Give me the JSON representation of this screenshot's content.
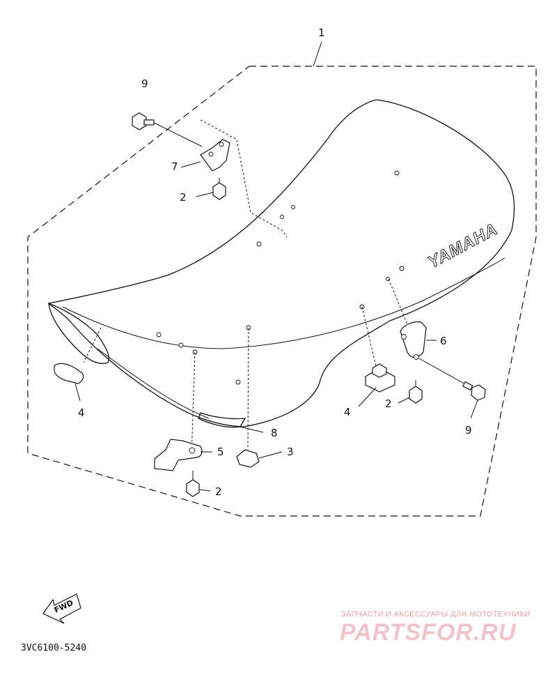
{
  "diagram": {
    "callouts": {
      "c1": "1",
      "c9a": "9",
      "c7": "7",
      "c2a": "2",
      "c6": "6",
      "c4a": "4",
      "c2b": "2",
      "c4b": "4",
      "c9b": "9",
      "c8": "8",
      "c5": "5",
      "c3": "3",
      "c2c": "2"
    },
    "brand_text": "YAMAHA",
    "fwd_arrow_text": "FWD",
    "part_code": "3VC6100-5240"
  },
  "watermark": {
    "tagline": "ЗАПЧАСТИ И АКСЕССУАРЫ ДЛЯ МОТОТЕХНИКИ",
    "site": "PARTSFOR.RU"
  },
  "colors": {
    "line": "#111111",
    "watermark_tagline": "#e8a0a8",
    "watermark_site": "#f2c4ca"
  }
}
